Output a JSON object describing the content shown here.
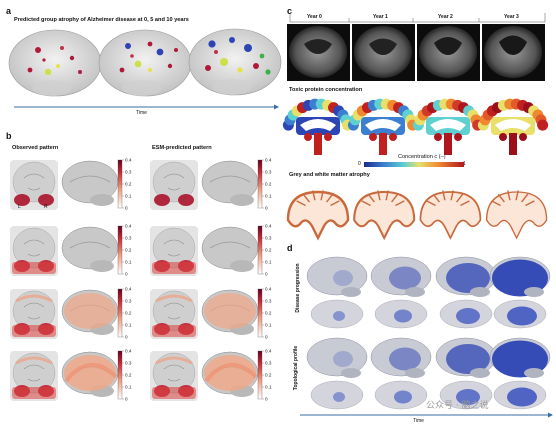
{
  "panel_a": {
    "letter": "a",
    "title": "Predicted group atrophy of Alzheimer disease at 0, 5 and 10 years",
    "time_label": "Time"
  },
  "panel_b": {
    "letter": "b",
    "observed_title": "Observed pattern",
    "esm_title": "ESM-predicted pattern",
    "left_label": "L",
    "right_label": "R",
    "colorbar_ticks": [
      "0.4",
      "0.3",
      "0.2",
      "0.1",
      "0"
    ]
  },
  "panel_c": {
    "letter": "c",
    "years": [
      "Year 0",
      "Year 1",
      "Year 2",
      "Year 3"
    ],
    "toxic_title": "Toxic protein concentration",
    "concentration_label": "Concentration c (–)",
    "conc_min": "0",
    "conc_max": "1",
    "atrophy_title": "Grey and white matter atrophy"
  },
  "panel_d": {
    "letter": "d",
    "row1_label": "Disease progression",
    "row2_label": "Topological profile",
    "time_label": "Time"
  },
  "watermark": "公众号 · 脑之说",
  "colors": {
    "atrophy_red": "#a8132a",
    "brain_blue": "#2d44b5",
    "arrow_blue": "#3a6ea5",
    "cortex_orange": "#c86a3c"
  }
}
